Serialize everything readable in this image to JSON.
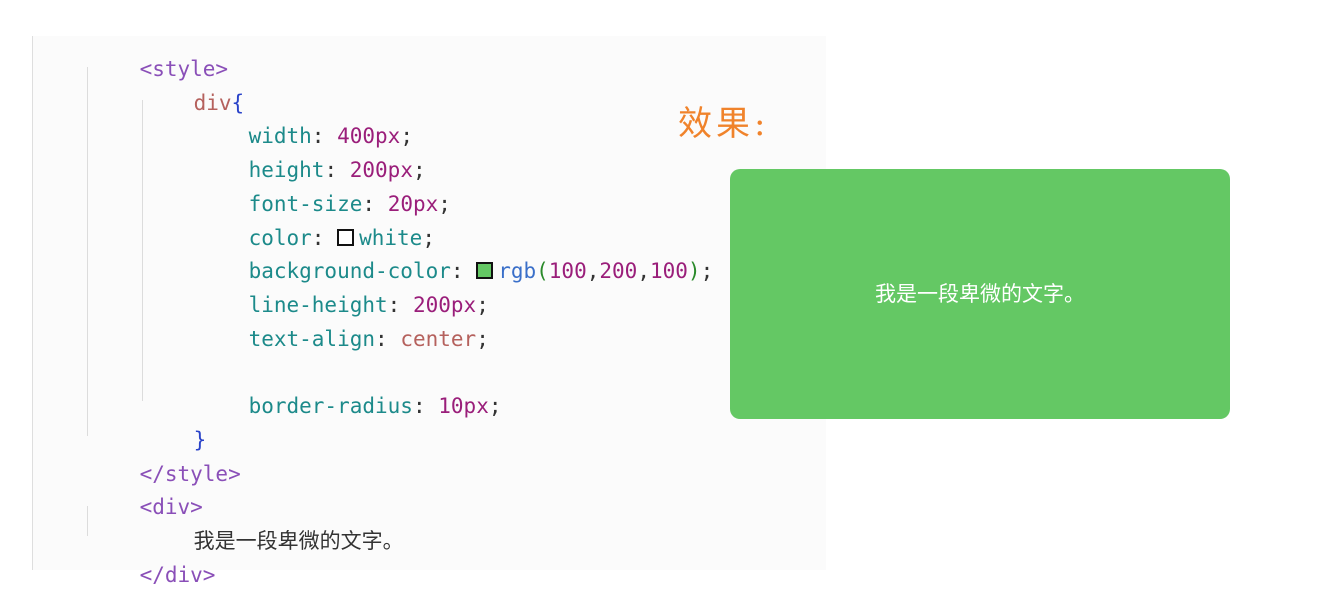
{
  "code": {
    "style_open": "<style>",
    "div_selector": "div",
    "brace_open": "{",
    "brace_close": "}",
    "colon": ":",
    "semicolon": ";",
    "comma": ",",
    "props": {
      "width": {
        "name": "width",
        "value": "400px"
      },
      "height": {
        "name": "height",
        "value": "200px"
      },
      "font_size": {
        "name": "font-size",
        "value": "20px"
      },
      "color": {
        "name": "color",
        "value": "white"
      },
      "background_color": {
        "name": "background-color",
        "func": "rgb",
        "paren_open": "(",
        "paren_close": ")",
        "r": "100",
        "g": "200",
        "b": "100"
      },
      "line_height": {
        "name": "line-height",
        "value": "200px"
      },
      "text_align": {
        "name": "text-align",
        "value": "center"
      },
      "border_radius": {
        "name": "border-radius",
        "value": "10px"
      }
    },
    "style_close": "</style>",
    "div_open": "<div>",
    "div_text": "我是一段卑微的文字。",
    "div_close": "</div>"
  },
  "preview": {
    "label": "效果:",
    "box_text": "我是一段卑微的文字。"
  },
  "colors": {
    "swatch_white": "#ffffff",
    "swatch_green": "#64c864",
    "label_orange": "#f0832b",
    "box_green": "#64c864"
  }
}
